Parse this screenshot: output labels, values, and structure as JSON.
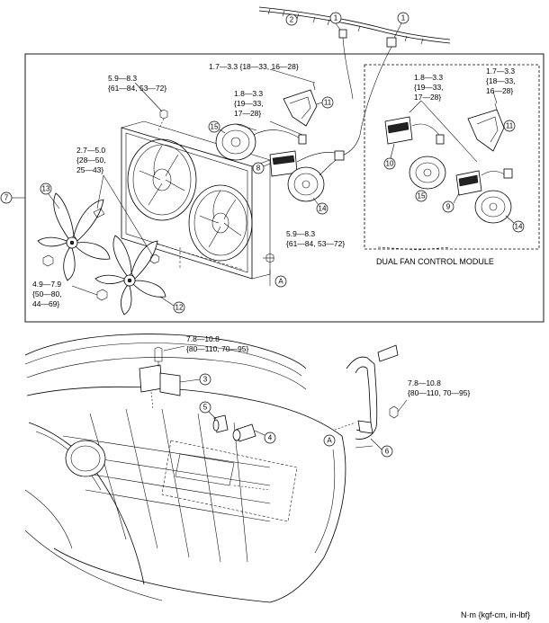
{
  "callouts": [
    "1",
    "2",
    "3",
    "4",
    "5",
    "6",
    "7",
    "8",
    "9",
    "10",
    "11",
    "12",
    "13",
    "14",
    "15"
  ],
  "A": "A",
  "torques": {
    "t_upper_bolt": [
      "5.9—8.3",
      "{61—84, 53—72}"
    ],
    "t_shroud_top": [
      "1.7—3.3 {18—33, 16—28}"
    ],
    "t_motor_mid": [
      "1.8—3.3",
      "{19—33,",
      "17—28}"
    ],
    "t_fan_nut": [
      "2.7—5.0",
      "{28—50,",
      "25—43}"
    ],
    "t_lower_bolt": [
      "5.9—8.3",
      "{61—84, 53—72}"
    ],
    "t_fan12_nut": [
      "4.9—7.9",
      "{50—80,",
      "44—69}"
    ],
    "t_dual_mid": [
      "1.8—3.3",
      "{19—33,",
      "17—28}"
    ],
    "t_dual_right": [
      "1.7—3.3",
      "{18—33,",
      "16—28}"
    ],
    "t_module3": [
      "7.8—10.8",
      "{80—110, 70—95}"
    ],
    "t_bracket6": [
      "7.8—10.8",
      "{80—110, 70—95}"
    ]
  },
  "dual_caption": "DUAL FAN CONTROL MODULE",
  "units": "N·m {kgf-cm, in-lbf}"
}
